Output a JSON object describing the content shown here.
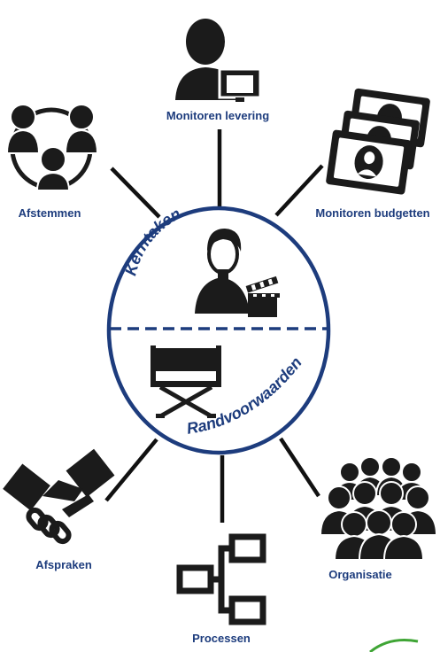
{
  "diagram": {
    "center": {
      "top_label": "Kerntaken",
      "bottom_label": "Randvoorwaarden"
    },
    "nodes": {
      "monitoren_levering": "Monitoren levering",
      "afstemmen": "Afstemmen",
      "monitoren_budgetten": "Monitoren budgetten",
      "afspraken": "Afspraken",
      "processen": "Processen",
      "organisatie": "Organisatie"
    }
  },
  "colors": {
    "circle_stroke": "#1d3c7d",
    "label_text": "#1d3c7d",
    "icon_fill": "#1b1b1b",
    "connector": "#111111"
  }
}
